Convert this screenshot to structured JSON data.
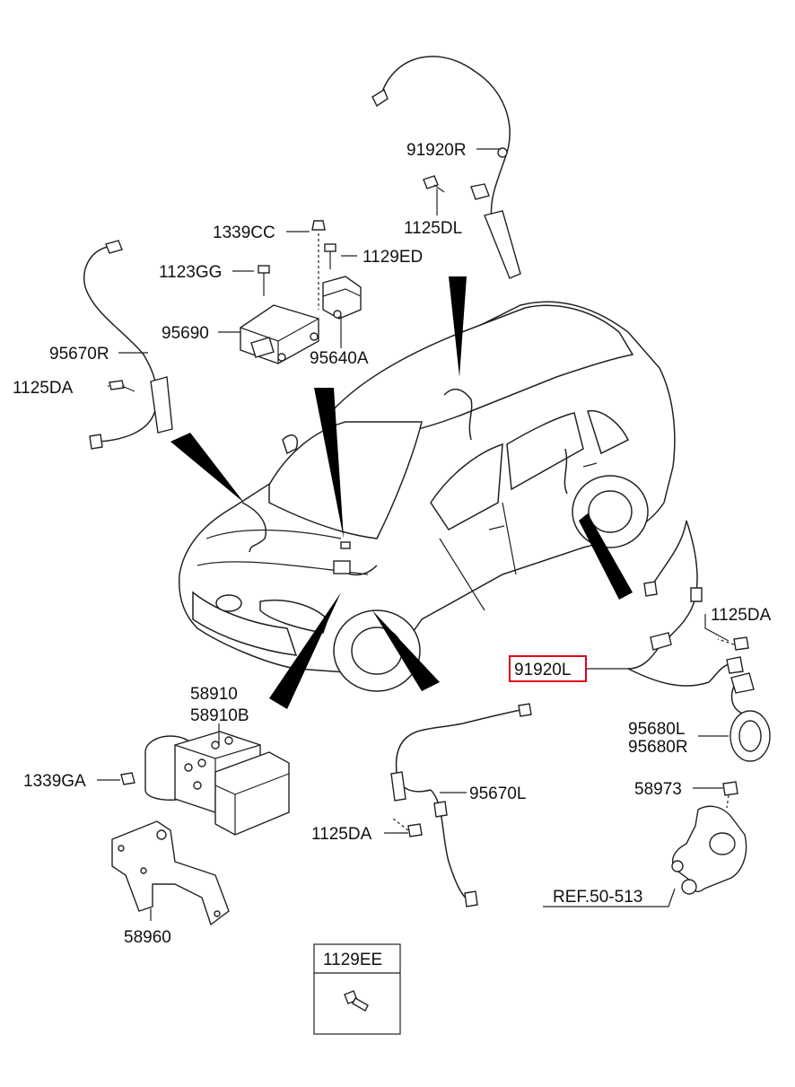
{
  "labels": {
    "p91920R": "91920R",
    "p1125DL": "1125DL",
    "p1339CC": "1339CC",
    "p1129ED": "1129ED",
    "p1123GG": "1123GG",
    "p95690": "95690",
    "p95640A": "95640A",
    "p95670R": "95670R",
    "p1125DA_left": "1125DA",
    "p1125DA_right": "1125DA",
    "p91920L": "91920L",
    "p95680L": "95680L",
    "p95680R": "95680R",
    "p58973": "58973",
    "pRef": "REF.50-513",
    "p58910": "58910",
    "p58910B": "58910B",
    "p1339GA": "1339GA",
    "p58960": "58960",
    "p95670L": "95670L",
    "p1125DA_bottom": "1125DA",
    "p1129EE": "1129EE"
  },
  "highlight_color": "#e0001a"
}
